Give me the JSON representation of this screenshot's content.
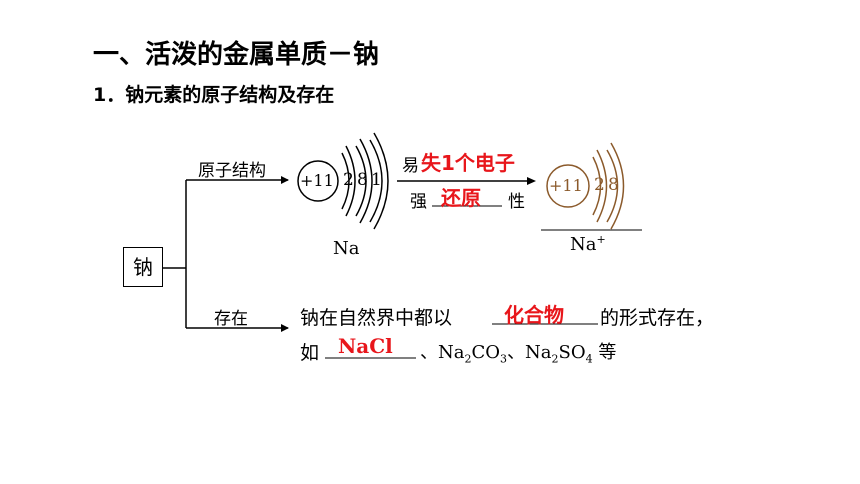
{
  "heading": {
    "title": "一、活泼的金属单质－钠",
    "subtitle": "1．钠元素的原子结构及存在"
  },
  "diagram": {
    "element_box": "钠",
    "branch_structure": "原子结构",
    "branch_existence": "存在",
    "na_atom": {
      "nucleus": "+11",
      "shells": [
        "2",
        "8",
        "1"
      ],
      "label": "Na"
    },
    "arrow_top_prefix": "易",
    "arrow_top_answer": "失1个电子",
    "arrow_bottom_prefix": "强",
    "arrow_bottom_answer": "还原",
    "arrow_bottom_suffix": "性",
    "na_ion": {
      "nucleus": "+11",
      "shells": [
        "2",
        "8"
      ],
      "label": "Na",
      "charge": "+"
    },
    "existence_line1_a": "钠在自然界中都以",
    "existence_answer1": "化合物",
    "existence_line1_b": "的形式存在，",
    "existence_line2_a": "如",
    "existence_answer2": "NaCl",
    "existence_line2_sep": "、",
    "compound1": {
      "base": "Na",
      "sub1": "2",
      "mid": "CO",
      "sub2": "3"
    },
    "compound2": {
      "base": "Na",
      "sub1": "2",
      "mid": "SO",
      "sub2": "4"
    },
    "existence_line2_end": "等"
  },
  "colors": {
    "answer": "#e8161b",
    "ion": "#8b5a2b"
  }
}
